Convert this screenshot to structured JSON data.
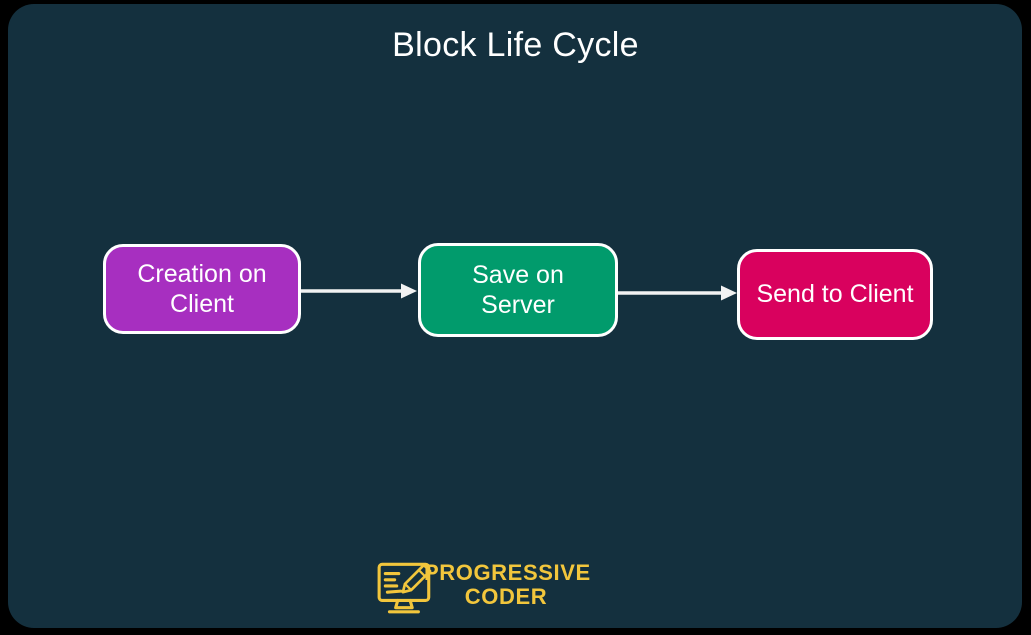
{
  "title": "Block Life Cycle",
  "diagram": {
    "nodes": [
      {
        "id": "creation-on-client",
        "label": "Creation on Client",
        "color": "#A72FC0"
      },
      {
        "id": "save-on-server",
        "label": "Save on Server",
        "color": "#019B6C"
      },
      {
        "id": "send-to-client",
        "label": "Send to Client",
        "color": "#D9015E"
      }
    ],
    "connectors": [
      {
        "from": "creation-on-client",
        "to": "save-on-server"
      },
      {
        "from": "save-on-server",
        "to": "send-to-client"
      }
    ]
  },
  "footer": {
    "brand_line1": "PROGRESSIVE",
    "brand_line2": "CODER",
    "brand_color": "#F2C63C",
    "logo_icon": "monitor-pencil-icon"
  },
  "colors": {
    "page_background": "#000000",
    "canvas_background": "#14303E",
    "title_text": "#FFFFFF",
    "node_border": "#FFFFFF",
    "node_text": "#FFFFFF",
    "arrow": "#F2F2F2"
  }
}
